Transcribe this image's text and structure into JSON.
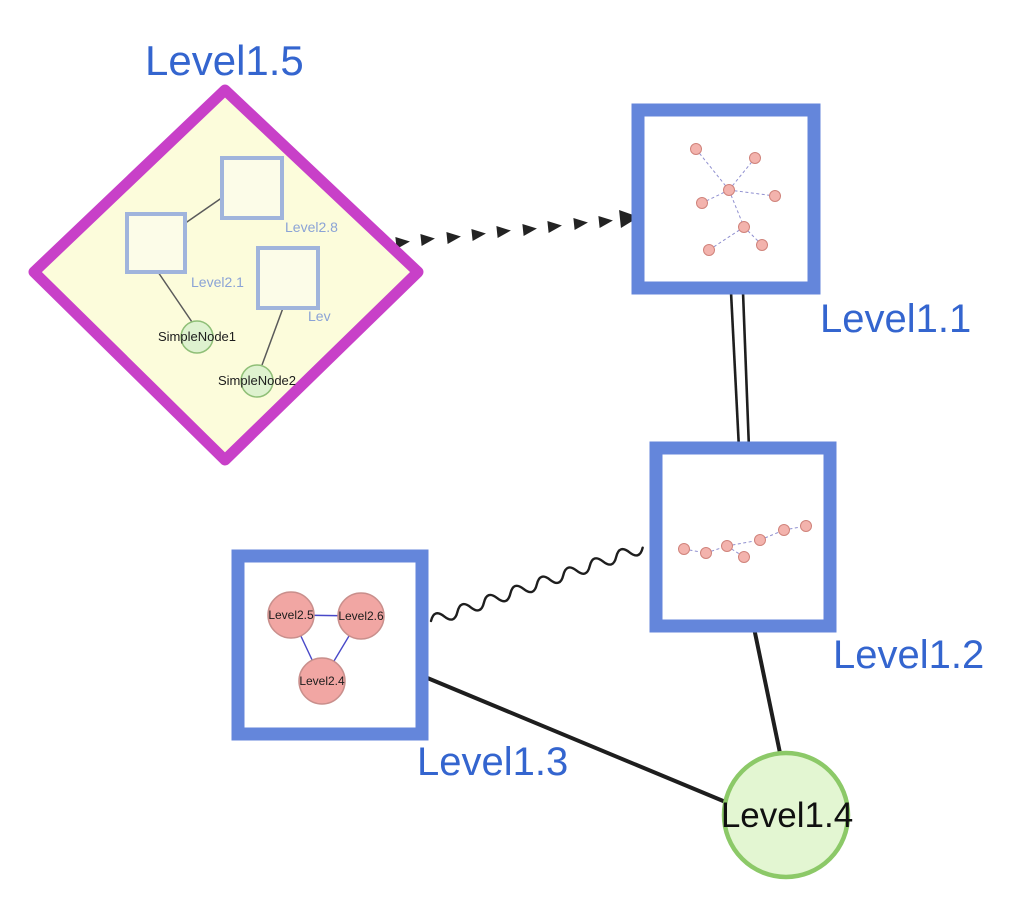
{
  "colors": {
    "label_blue": "#3465cf",
    "diamond_border": "#c840c8",
    "diamond_fill": "#fcfcdb",
    "group_square_border": "#6486db",
    "inner_square_border": "#a0b4dc",
    "green_node_fill": "#def2cf",
    "green_node_border": "#8fbf77",
    "level14_fill": "#e3f6d2",
    "level14_border": "#8cc968",
    "pink_node_fill": "#f1a6a3",
    "pink_node_border": "#c98f8c",
    "edge_black": "#1e1e1e"
  },
  "nodes": {
    "level15": {
      "label": "Level1.5",
      "shape": "diamond"
    },
    "level11": {
      "label": "Level1.1",
      "shape": "square"
    },
    "level12": {
      "label": "Level1.2",
      "shape": "square"
    },
    "level13": {
      "label": "Level1.3",
      "shape": "square"
    },
    "level14": {
      "label": "Level1.4",
      "shape": "circle"
    },
    "level28": {
      "label": "Level2.8",
      "shape": "square"
    },
    "level21": {
      "label": "Level2.1",
      "shape": "square"
    },
    "lev": {
      "label": "Lev",
      "shape": "square"
    },
    "simplenode1": {
      "label": "SimpleNode1",
      "shape": "circle"
    },
    "simplenode2": {
      "label": "SimpleNode2",
      "shape": "circle"
    },
    "level25": {
      "label": "Level2.5",
      "shape": "circle"
    },
    "level26": {
      "label": "Level2.6",
      "shape": "circle"
    },
    "level24": {
      "label": "Level2.4",
      "shape": "circle"
    }
  },
  "edges": [
    {
      "from": "Level1.5",
      "to": "Level1.1",
      "style": "thick-dashed-arrow"
    },
    {
      "from": "Level1.1",
      "to": "Level1.2",
      "style": "double-line"
    },
    {
      "from": "Level1.3",
      "to": "Level1.2",
      "style": "wavy"
    },
    {
      "from": "Level1.3",
      "to": "Level1.4",
      "style": "solid"
    },
    {
      "from": "Level1.2",
      "to": "Level1.4",
      "style": "solid"
    }
  ]
}
